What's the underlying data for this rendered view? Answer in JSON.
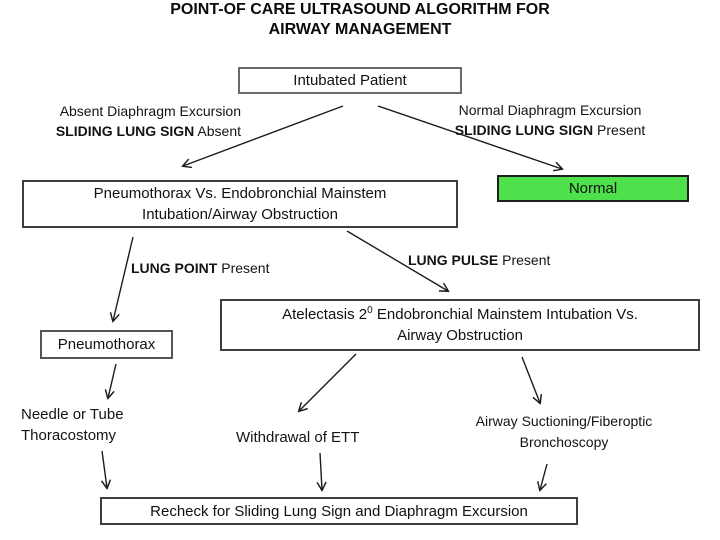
{
  "title": {
    "line1": "POINT-OF CARE ULTRASOUND ALGORITHM FOR",
    "line2": "AIRWAY MANAGEMENT"
  },
  "nodes": {
    "intubated": {
      "label": "Intubated Patient"
    },
    "normal_result": {
      "label": "Normal",
      "fill_color": "#4fe14b"
    },
    "pneumo_vs": {
      "line1": "Pneumothorax Vs. Endobronchial Mainstem",
      "line2": "Intubation/Airway Obstruction"
    },
    "atelectasis": {
      "line1_pre": "Atelectasis 2",
      "line1_sup": "0",
      "line1_post": "  Endobronchial Mainstem Intubation Vs.",
      "line2": "Airway Obstruction"
    },
    "pneumothorax": {
      "label": "Pneumothorax"
    },
    "needle": {
      "line1": "Needle or Tube",
      "line2": "Thoracostomy"
    },
    "withdrawal": {
      "label": "Withdrawal of ETT"
    },
    "suction": {
      "line1": "Airway Suctioning/Fiberoptic",
      "line2": "Bronchoscopy"
    },
    "recheck": {
      "label": "Recheck for Sliding Lung Sign and Diaphragm Excursion"
    }
  },
  "edge_labels": {
    "absent_branch": {
      "line1": "Absent Diaphragm Excursion",
      "bold": "SLIDING LUNG SIGN",
      "rest": " Absent"
    },
    "normal_branch": {
      "line1": "Normal Diaphragm Excursion",
      "bold": "SLIDING LUNG SIGN",
      "rest": " Present"
    },
    "lung_point": {
      "bold": "LUNG POINT",
      "rest": " Present"
    },
    "lung_pulse": {
      "bold": "LUNG PULSE",
      "rest": " Present"
    }
  },
  "colors": {
    "normal_fill": "#4fe14b",
    "arrow": "#1c1c1c",
    "box_border": "#3d3d3d"
  }
}
